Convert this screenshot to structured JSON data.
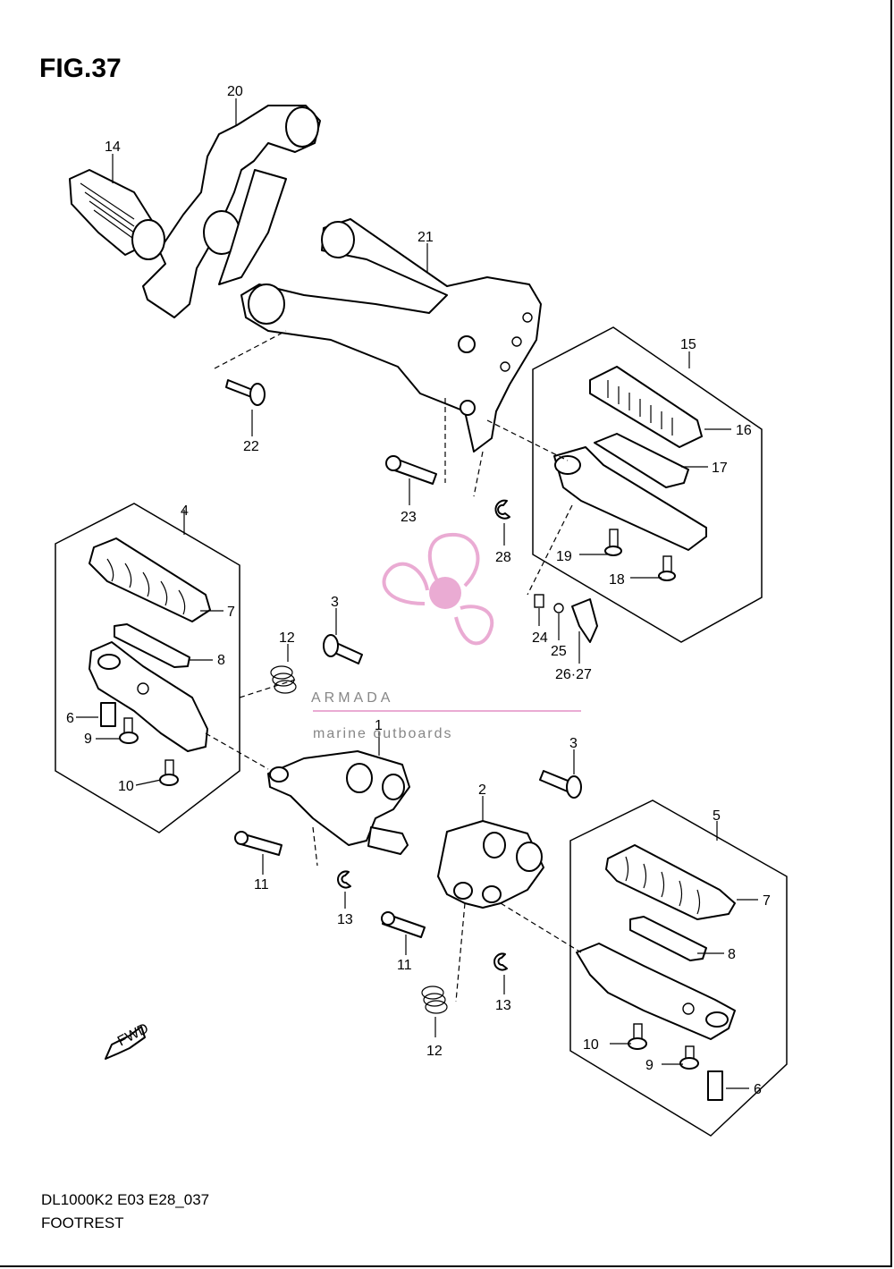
{
  "figure": {
    "title": "FIG.37"
  },
  "footer": {
    "model_code": "DL1000K2 E03 E28_037",
    "section": "FOOTREST"
  },
  "watermark": {
    "brand": "ARMADA",
    "tagline": "marine outboards",
    "logo_color": "#e8a3cf"
  },
  "fwd_label": "FWD",
  "callouts": {
    "c1": "1",
    "c2": "2",
    "c3a": "3",
    "c3b": "3",
    "c4": "4",
    "c5": "5",
    "c6a": "6",
    "c6b": "6",
    "c7a": "7",
    "c7b": "7",
    "c8a": "8",
    "c8b": "8",
    "c9a": "9",
    "c9b": "9",
    "c10a": "10",
    "c10b": "10",
    "c11a": "11",
    "c11b": "11",
    "c12a": "12",
    "c12b": "12",
    "c13a": "13",
    "c13b": "13",
    "c14": "14",
    "c15": "15",
    "c16": "16",
    "c17": "17",
    "c18": "18",
    "c19": "19",
    "c20": "20",
    "c21": "21",
    "c22": "22",
    "c23": "23",
    "c24": "24",
    "c25": "25",
    "c2627": "26·27",
    "c28": "28"
  }
}
